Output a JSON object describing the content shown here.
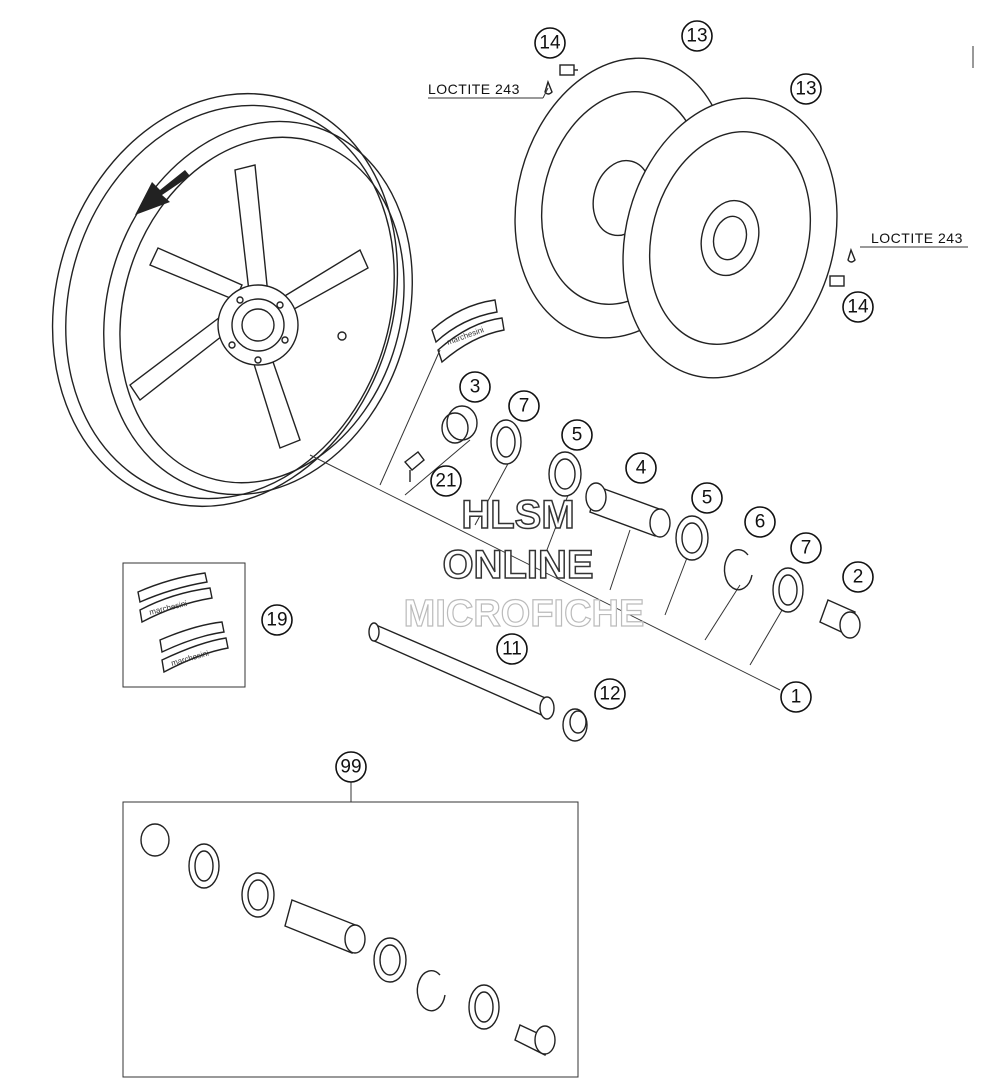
{
  "callouts": {
    "c1": "1",
    "c2": "2",
    "c3": "3",
    "c4": "4",
    "c5a": "5",
    "c5b": "5",
    "c6": "6",
    "c7a": "7",
    "c7b": "7",
    "c11": "11",
    "c12": "12",
    "c13a": "13",
    "c13b": "13",
    "c14a": "14",
    "c14b": "14",
    "c19": "19",
    "c21": "21",
    "c99": "99"
  },
  "notes": {
    "loctite_top": "LOCTITE 243",
    "loctite_right": "LOCTITE 243"
  },
  "decals": {
    "wheel_decal": "marchesini",
    "kit_decal_1": "marchesini",
    "kit_decal_2": "marchesini"
  },
  "watermark": {
    "line1": "HLSM",
    "line2": "ONLINE",
    "line3": "MICROFICHE"
  }
}
